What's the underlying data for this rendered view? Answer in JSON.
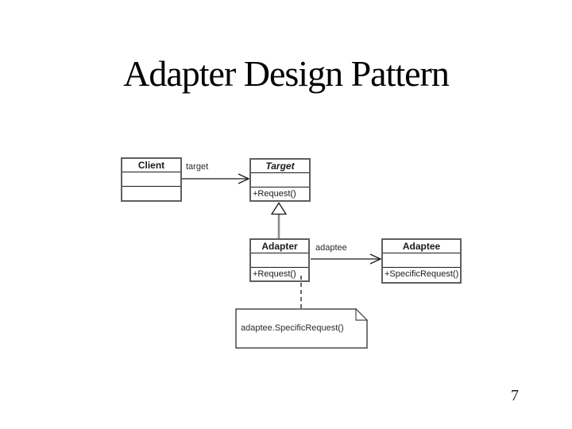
{
  "slide": {
    "title": "Adapter Design Pattern",
    "page_number": "7",
    "background": "#ffffff"
  },
  "diagram": {
    "type": "uml-class-diagram",
    "classes": {
      "client": {
        "name": "Client",
        "attributes": "",
        "methods": ""
      },
      "target": {
        "name": "Target",
        "attributes": "",
        "methods": "+Request()"
      },
      "adapter": {
        "name": "Adapter",
        "attributes": "",
        "methods": "+Request()"
      },
      "adaptee": {
        "name": "Adaptee",
        "attributes": "",
        "methods": "+SpecificRequest()"
      }
    },
    "labels": {
      "target_association": "target",
      "adaptee_association": "adaptee"
    },
    "relationships": [
      {
        "from": "Client",
        "to": "Target",
        "kind": "association",
        "label": "target"
      },
      {
        "from": "Adapter",
        "to": "Target",
        "kind": "generalization",
        "label": ""
      },
      {
        "from": "Adapter",
        "to": "Adaptee",
        "kind": "association",
        "label": "adaptee"
      },
      {
        "from": "Adapter",
        "to": "note",
        "kind": "note-anchor",
        "label": ""
      }
    ],
    "note_text": "adaptee.SpecificRequest()",
    "colors": {
      "box_border": "#5f5f5f",
      "divider": "#1a1a1a",
      "association_line": "#1a1a1a",
      "generalization_line": "#8c8c8c",
      "note_border": "#4a4a4a"
    }
  }
}
